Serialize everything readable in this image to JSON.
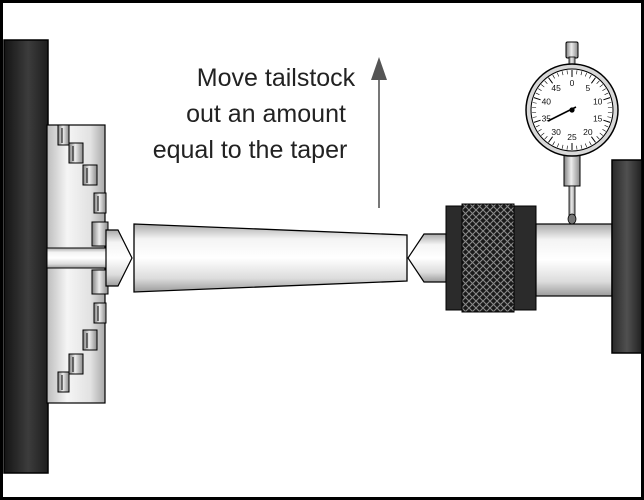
{
  "caption": {
    "line1": "Move tailstock",
    "line2": "out an amount",
    "line3": "equal to the taper"
  },
  "dial_indicator": {
    "numbers": [
      "0",
      "5",
      "10",
      "15",
      "20",
      "25",
      "30",
      "35",
      "40",
      "45"
    ]
  },
  "colors": {
    "frame": "#000000",
    "chuck_face_dark": "#2a2a2a",
    "metal_light": "#f2f2f2",
    "metal_mid": "#c8c8c8",
    "metal_dark": "#8a8a8a",
    "knurl": "#1a1a1a",
    "arrow": "#555555"
  },
  "icons": {
    "direction_arrow": "arrow-up-icon",
    "dial_gauge": "dial-indicator-icon"
  }
}
